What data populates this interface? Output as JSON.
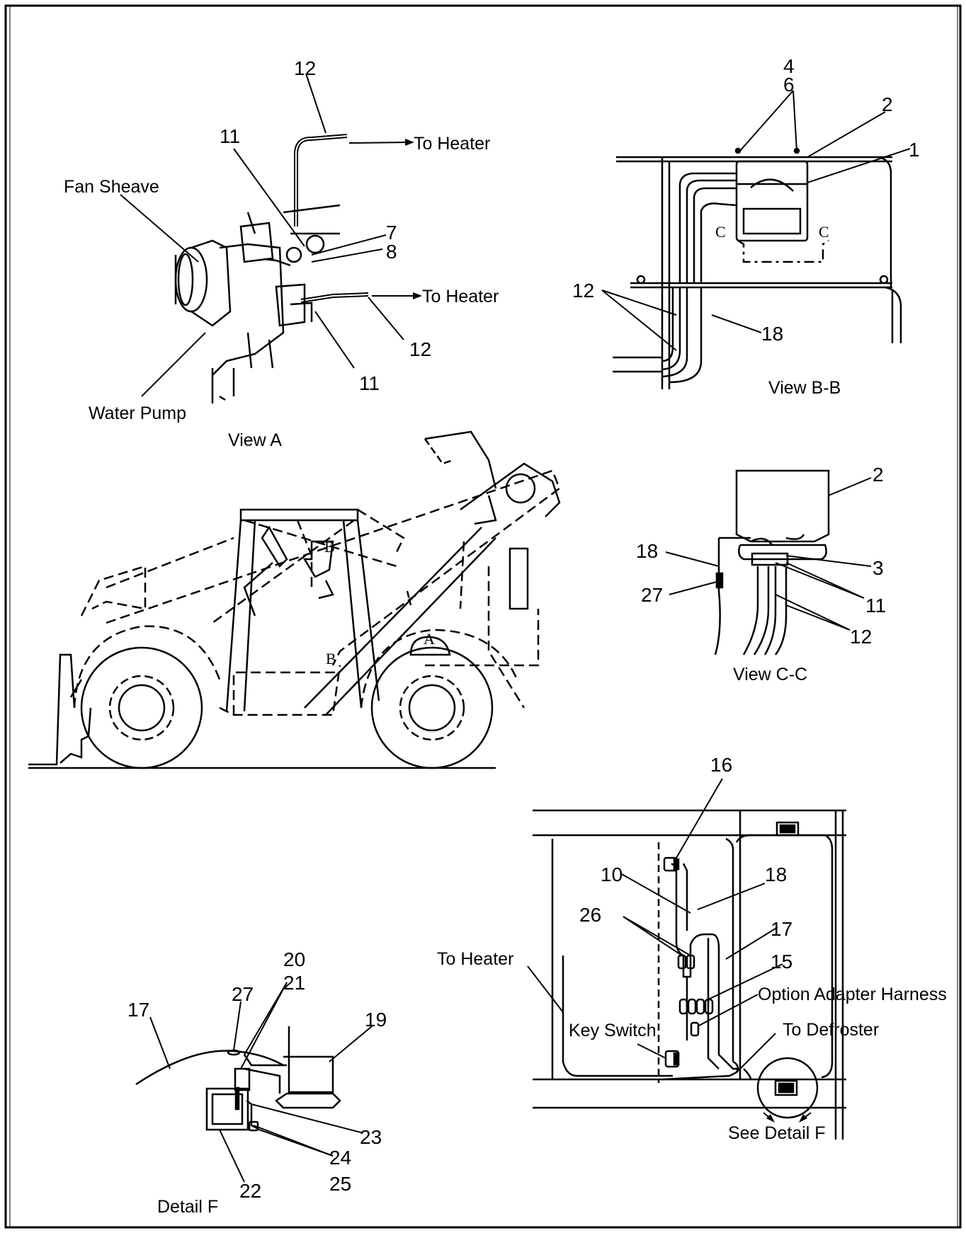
{
  "view_a": {
    "caption": "View  A",
    "to_heater_upper": "To Heater",
    "to_heater_lower": "To Heater",
    "fan_sheave": "Fan Sheave",
    "water_pump": "Water Pump",
    "callouts": [
      "12",
      "11",
      "7",
      "8",
      "12",
      "11"
    ]
  },
  "view_bb": {
    "caption": "View  B-B",
    "section_marks": [
      "C",
      "C"
    ],
    "callouts": [
      "4",
      "6",
      "2",
      "1",
      "12",
      "18"
    ]
  },
  "view_cc": {
    "caption": "View  C-C",
    "callouts": [
      "2",
      "18",
      "3",
      "27",
      "11",
      "12"
    ]
  },
  "machine": {
    "marks": [
      "B",
      "B",
      "A"
    ]
  },
  "cab_view": {
    "to_heater": "To Heater",
    "key_switch": "Key Switch",
    "option_adapter_harness": "Option Adapter Harness",
    "to_defroster": "To Defroster",
    "see_detail": "See Detail  F",
    "callouts": [
      "16",
      "10",
      "18",
      "26",
      "17",
      "15"
    ]
  },
  "detail_f": {
    "caption": "Detail  F",
    "callouts": [
      "20",
      "21",
      "27",
      "17",
      "19",
      "23",
      "24",
      "25",
      "22"
    ]
  }
}
